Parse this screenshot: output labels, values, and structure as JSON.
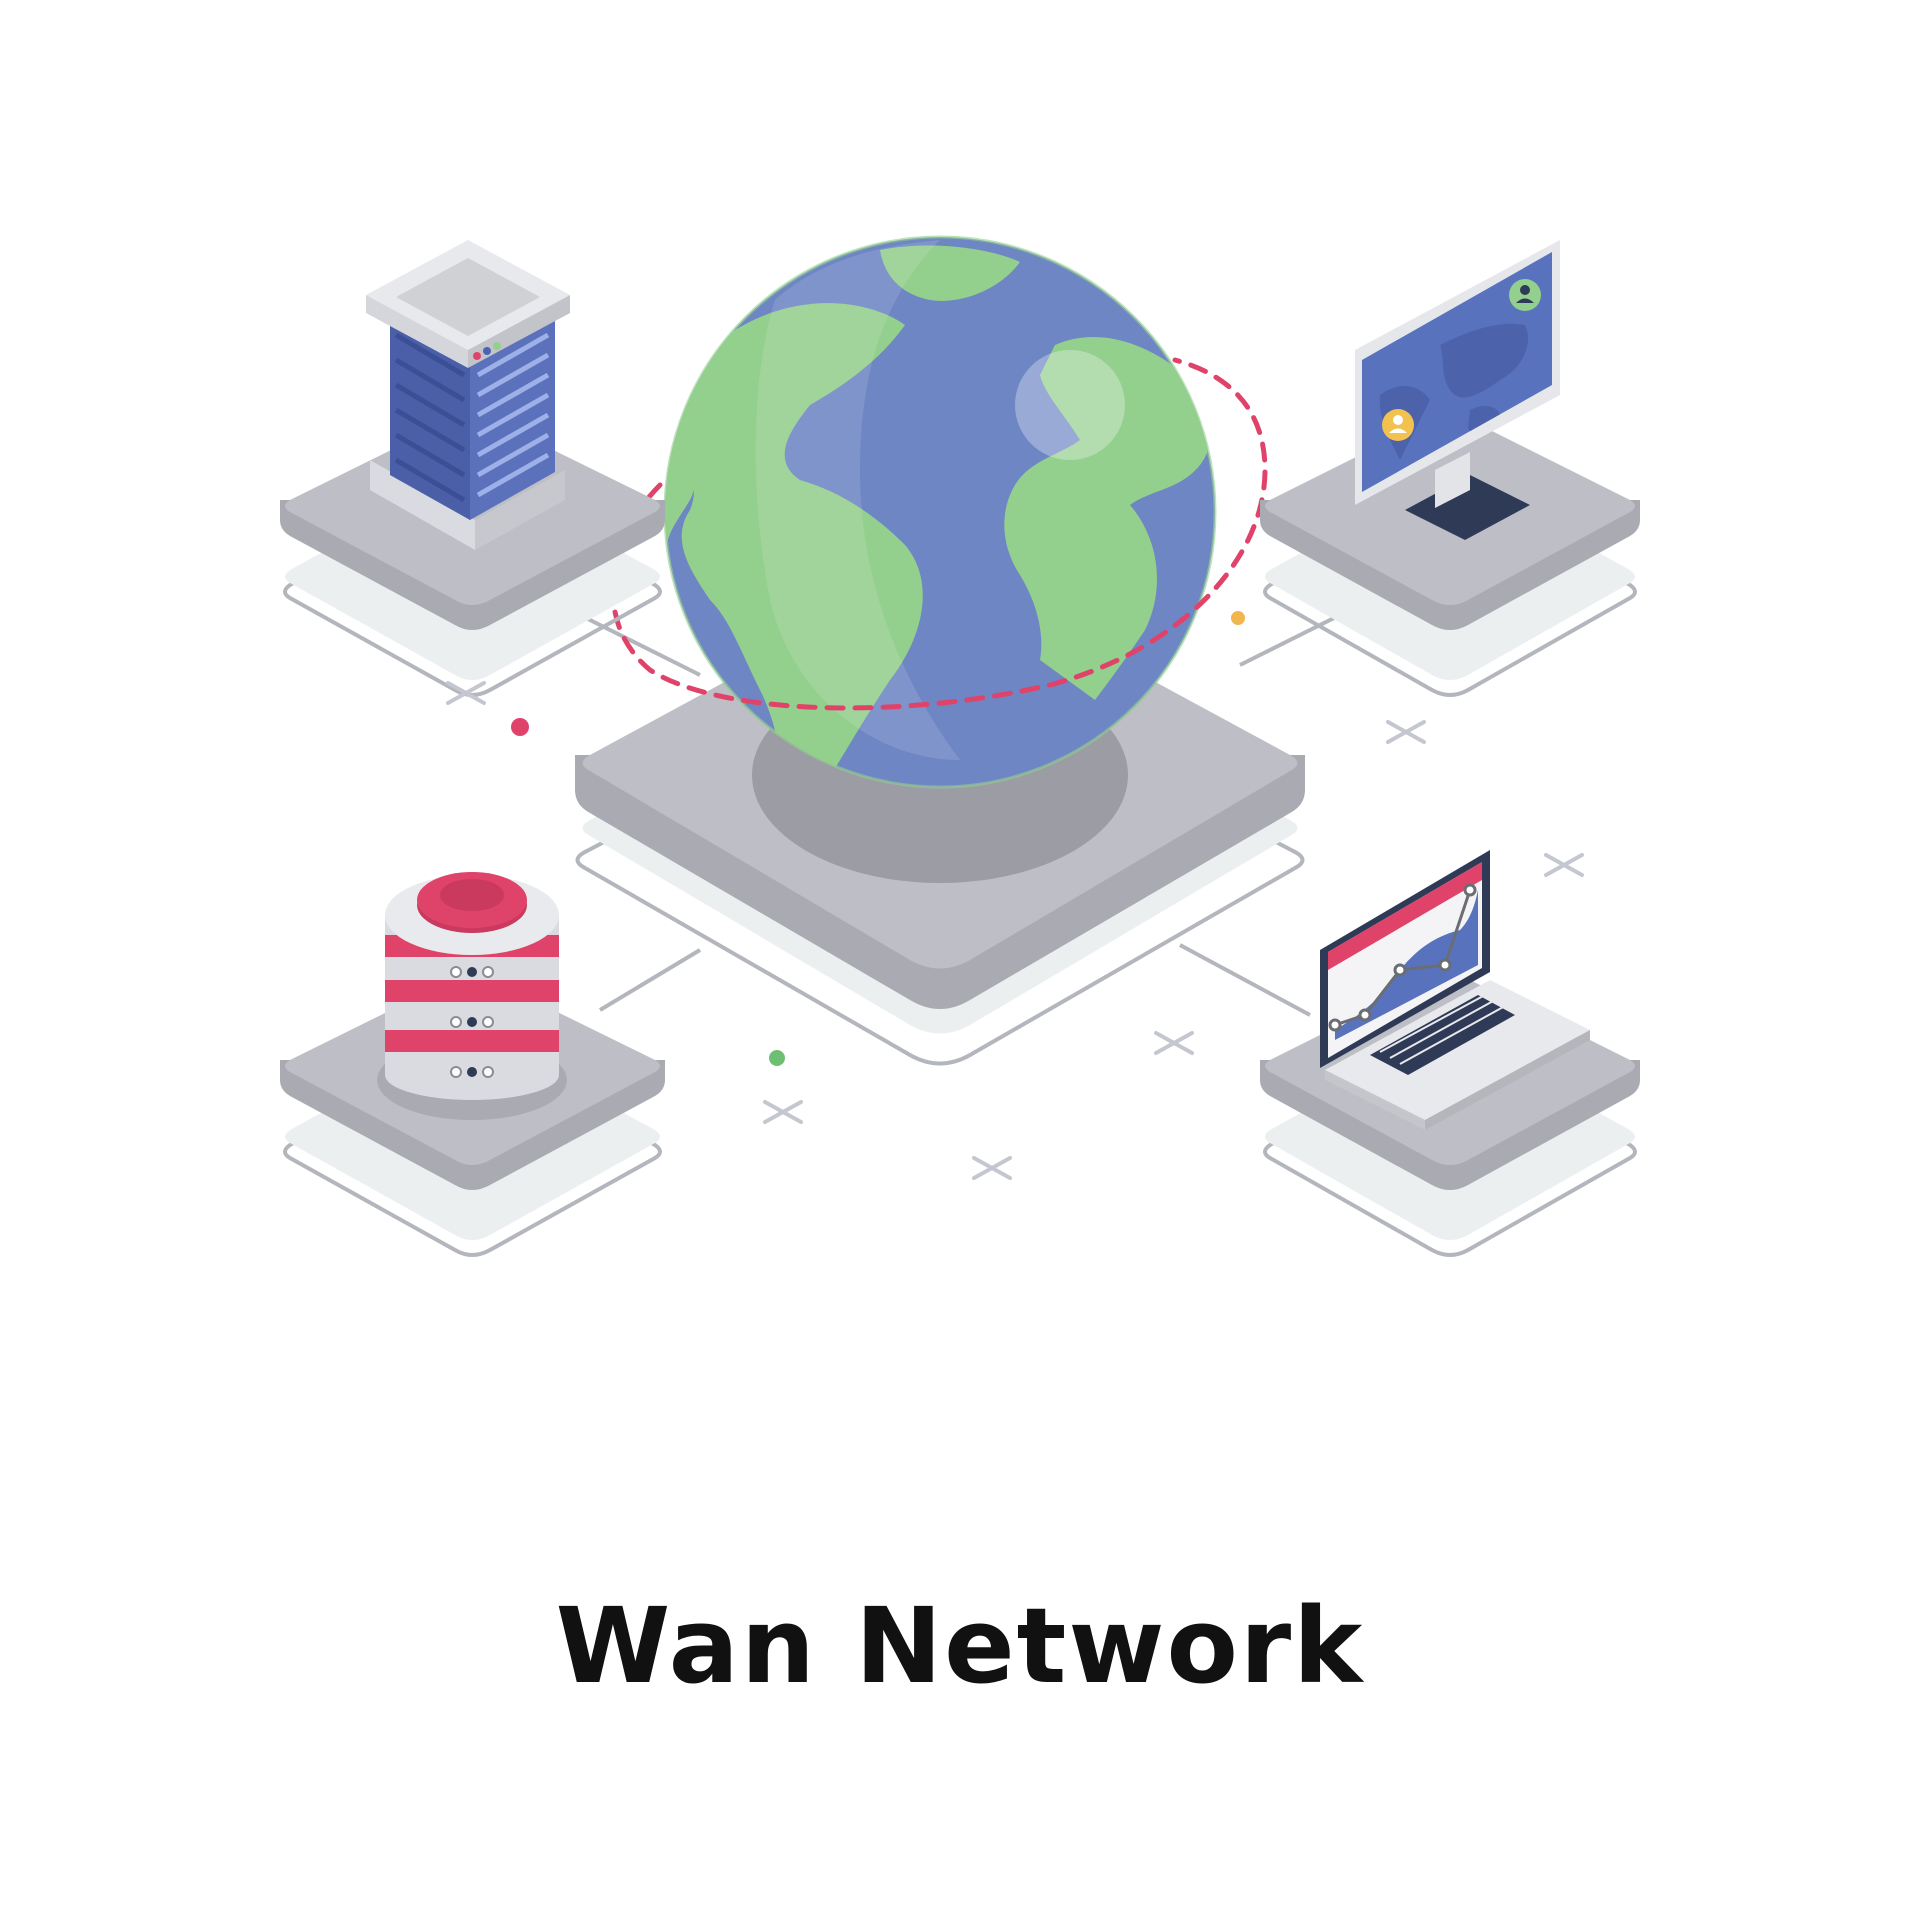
{
  "caption": "Wan Network",
  "nodes": [
    {
      "id": "server",
      "icon": "server-rack-icon"
    },
    {
      "id": "monitor",
      "icon": "world-map-monitor-icon"
    },
    {
      "id": "database",
      "icon": "database-icon"
    },
    {
      "id": "laptop",
      "icon": "analytics-laptop-icon"
    },
    {
      "id": "hub",
      "icon": "globe-icon"
    }
  ],
  "colors": {
    "platform_top": "#bdbec6",
    "platform_side": "#a9aab2",
    "ocean": "#6e86c4",
    "land": "#93cf8d",
    "accent_red": "#e0436a",
    "accent_blue": "#4b63b4",
    "orbit": "#e0436a",
    "background": "#ffffff",
    "text": "#111111"
  }
}
